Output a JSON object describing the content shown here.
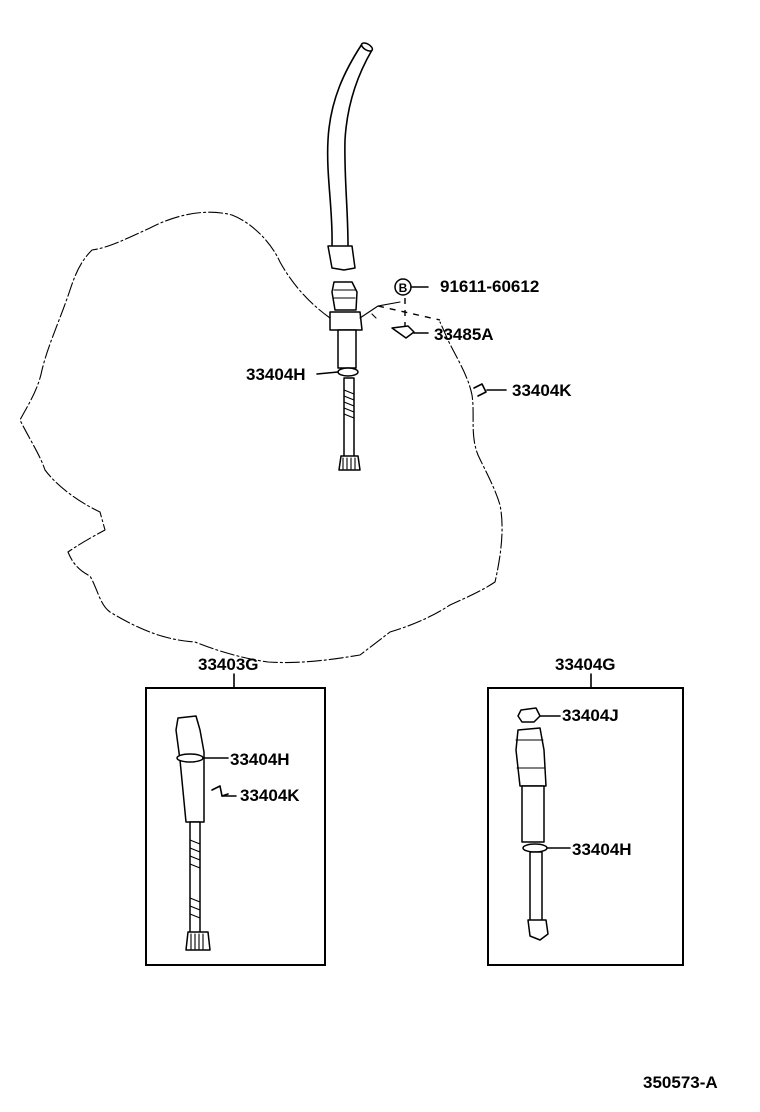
{
  "labels": {
    "bolt_symbol": "B",
    "bolt": "91611-60612",
    "clamp": "33485A",
    "oring_main": "33404H",
    "clip_main": "33404K",
    "driven_assy": "33403G",
    "driven_oring": "33404H",
    "driven_clip": "33404K",
    "sleeve_assy": "33404G",
    "sleeve_plug": "33404J",
    "sleeve_oring": "33404H",
    "diagram_code": "350573-A"
  },
  "icons": [
    "bolt-symbol-icon"
  ]
}
